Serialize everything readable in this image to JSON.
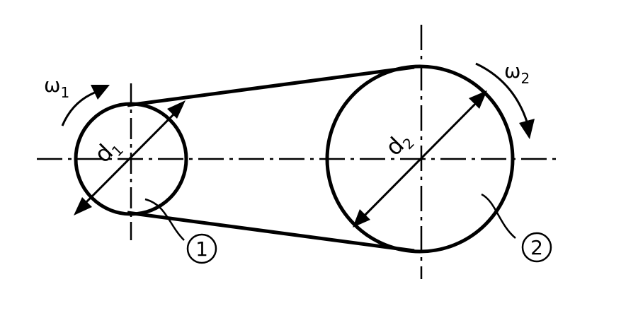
{
  "pulley_1": {
    "diameter_symbol": "d",
    "diameter_subscript": "1",
    "speed_symbol": "ω",
    "speed_subscript": "1",
    "callout": "1"
  },
  "pulley_2": {
    "diameter_symbol": "d",
    "diameter_subscript": "2",
    "speed_symbol": "ω",
    "speed_subscript": "2",
    "callout": "2"
  },
  "colors": {
    "stroke": "#000000",
    "background": "#ffffff"
  }
}
